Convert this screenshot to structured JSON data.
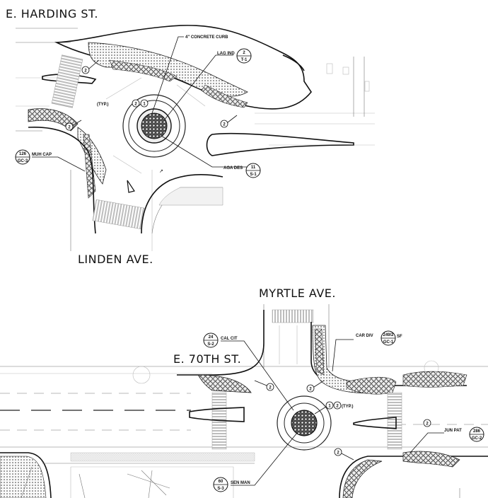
{
  "streets": {
    "harding": "E. HARDING ST.",
    "linden": "LINDEN AVE.",
    "myrtle": "MYRTLE AVE.",
    "seventieth": "E. 70TH ST."
  },
  "callouts": {
    "concrete_curb": "4\" CONCRETE CURB",
    "lag_ind": {
      "label": "LAG IND",
      "top": "2",
      "bottom": "T-1"
    },
    "aga_des": {
      "label": "AGA DES",
      "top": "11",
      "bottom": "S-1"
    },
    "muh_cap": {
      "label": "MUH CAP",
      "top": "126",
      "bottom": "GC-3"
    },
    "typ_top": "(TYP.)",
    "cal_cit": {
      "label": "CAL CIT",
      "top": "24",
      "bottom": "S-2"
    },
    "car_div": {
      "label": "CAR DIV",
      "top": "249/2",
      "bottom": "GC-1",
      "suffix": "SF"
    },
    "jun_pat": {
      "label": "JUN PAT",
      "top": "286",
      "bottom": "GC-2"
    },
    "sen_man": {
      "label": "SEN MAN",
      "top": "60",
      "bottom": "S-3"
    },
    "typ_bottom": "(TYP.)",
    "num_1": "1",
    "num_2": "2"
  },
  "colors": {
    "line": "#222222",
    "crosswalk": "#cfcfcf",
    "planting": "#d8d8d8"
  }
}
